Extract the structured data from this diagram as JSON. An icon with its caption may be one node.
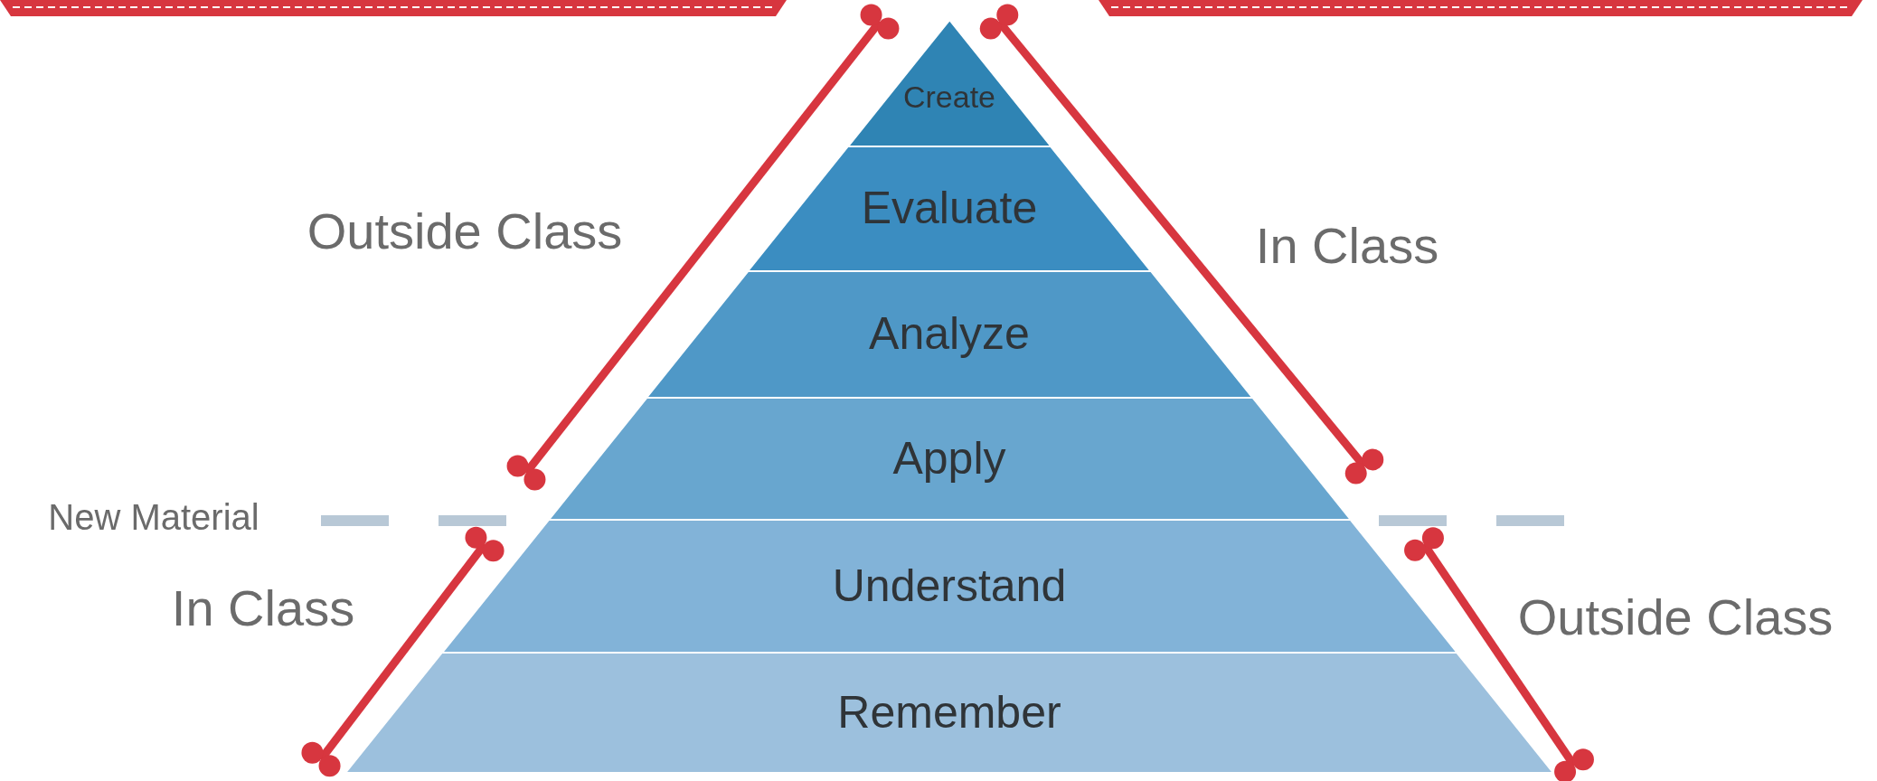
{
  "diagram": {
    "nodes": [
      {
        "text": [
          "Create"
        ]
      },
      {
        "text": [
          "Evaluate"
        ]
      },
      {
        "text": [
          "Analyze"
        ]
      },
      {
        "text": [
          "Apply"
        ]
      },
      {
        "text": [
          "Understand"
        ]
      },
      {
        "text": [
          "Remember"
        ]
      }
    ],
    "labels": [
      "Outside Class",
      "In Class",
      "New Material",
      "In Class",
      "Outside Class"
    ]
  }
}
